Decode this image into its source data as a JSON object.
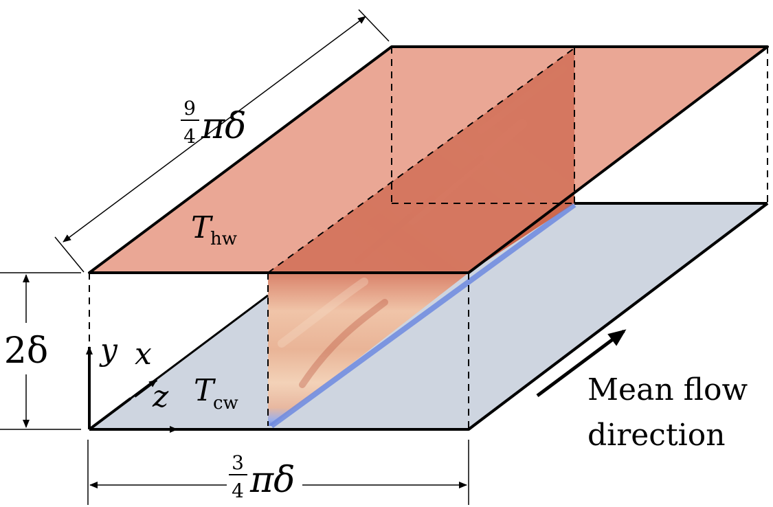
{
  "labels": {
    "length_num": "9",
    "length_den": "4",
    "length_sym": "πδ",
    "width_num": "3",
    "width_den": "4",
    "width_sym": "πδ",
    "height": "2δ",
    "hot_T": "T",
    "hot_sub": "hw",
    "cold_T": "T",
    "cold_sub": "cw",
    "axis_y": "y",
    "axis_x": "x",
    "axis_z": "z",
    "flow_line1": "Mean flow",
    "flow_line2": "direction"
  },
  "colors": {
    "hot_wall": "#e8a08c",
    "cold_wall": "#ced5e0",
    "slice_hot": "#cc5a3e",
    "slice_light": "#f0c9ad",
    "slice_cold": "#7a96e8",
    "edge": "#000000"
  }
}
